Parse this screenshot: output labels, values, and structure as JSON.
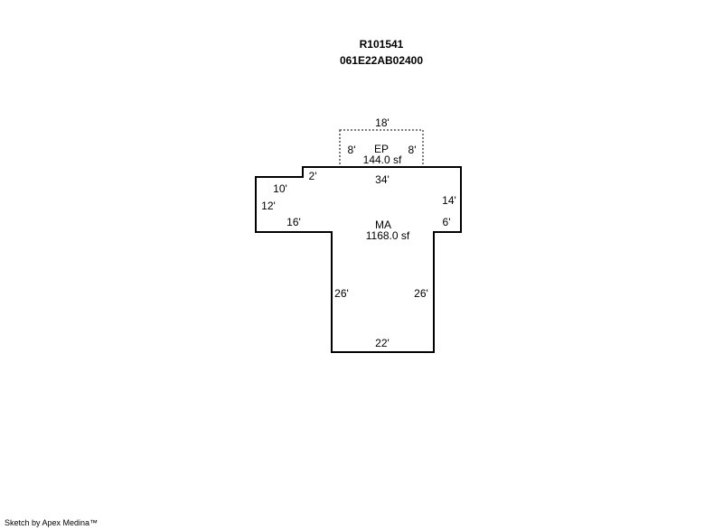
{
  "header": {
    "line1": "R101541",
    "line2": "061E22AB02400"
  },
  "areas": {
    "ep": {
      "code": "EP",
      "area": "144.0 sf",
      "color": "#555555"
    },
    "ma": {
      "code": "MA",
      "area": "1168.0 sf",
      "color": "#000000"
    }
  },
  "dims": {
    "ep_top": "18'",
    "ep_left": "8'",
    "ep_right": "8'",
    "ma_top": "34'",
    "ma_step": "2'",
    "ma_wing_top": "10'",
    "ma_wing_left": "12'",
    "ma_wing_bottom": "16'",
    "ma_right": "14'",
    "ma_right_step": "6'",
    "ma_left_lower": "26'",
    "ma_right_lower": "26'",
    "ma_bottom": "22'"
  },
  "footer": "Sketch by Apex Medina™"
}
